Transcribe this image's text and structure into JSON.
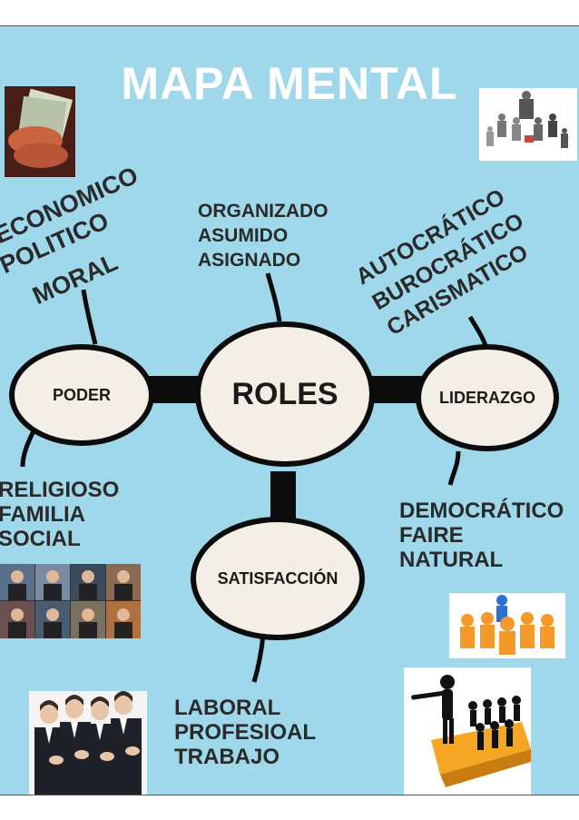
{
  "title": "MAPA MENTAL",
  "nodes": {
    "center": "ROLES",
    "left": "PODER",
    "right": "LIDERAZGO",
    "bottom": "SATISFACCIÓN"
  },
  "labels": {
    "roles_top": [
      "ORGANIZADO",
      "ASUMIDO",
      "ASIGNADO"
    ],
    "poder_top": [
      "ECONOMICO",
      "POLITICO",
      "MORAL"
    ],
    "poder_bottom": [
      "RELIGIOSO",
      "FAMILIA",
      "SOCIAL"
    ],
    "liderazgo_top": [
      "AUTOCRÁTICO",
      "BUROCRÁTICO",
      "CARISMATICO"
    ],
    "liderazgo_bottom": [
      "DEMOCRÁTICO",
      "FAIRE",
      "NATURAL"
    ],
    "satisfaccion_bottom": [
      "LABORAL",
      "PROFESIOAL",
      "TRABAJO"
    ]
  },
  "colors": {
    "background": "#9ed8ea",
    "node_fill": "#f3efe6",
    "title": "#ffffff",
    "text": "#2a2a2a"
  },
  "images": [
    "money-handshake-photo",
    "team-figures-illustration",
    "politicians-collage-photo",
    "orange-team-figures-illustration",
    "business-people-applauding-photo",
    "leader-pointing-figures-illustration"
  ]
}
